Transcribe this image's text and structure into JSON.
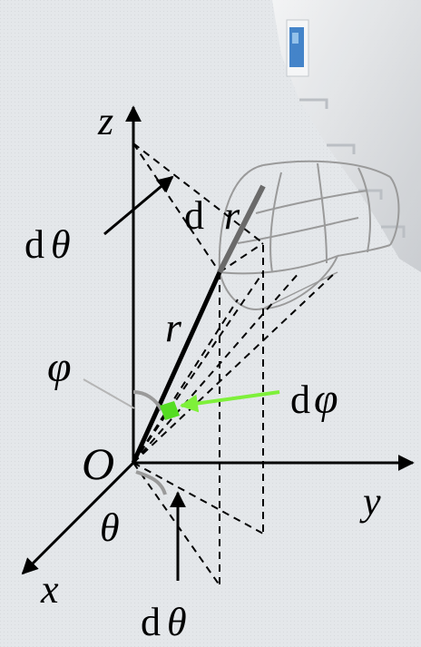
{
  "labels": {
    "z_axis": "z",
    "y_axis": "y",
    "x_axis": "x",
    "origin": "O",
    "radius": "r",
    "d_prefix": "d",
    "theta": "θ",
    "phi": "φ"
  },
  "colors": {
    "background": "#e4e7ea",
    "axis": "#000000",
    "dashed": "#000000",
    "surface": "#9a9a9a",
    "highlight_arrow": "#7ef03a",
    "volume_element": "#55dd22",
    "thick_segment": "#6a6a6a"
  }
}
